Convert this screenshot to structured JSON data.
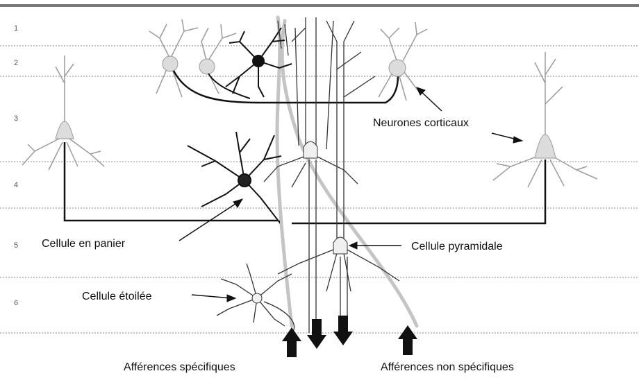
{
  "layers": [
    "1",
    "2",
    "3",
    "4",
    "5",
    "6"
  ],
  "labels": {
    "neurones_corticaux": "Neurones corticaux",
    "cellule_en_panier": "Cellule en panier",
    "cellule_pyramidale": "Cellule pyramidale",
    "cellule_etoilee": "Cellule étoilée",
    "afferences_specifiques": "Afférences spécifiques",
    "afferences_non_specifiques": "Afférences non spécifiques"
  },
  "colors": {
    "ink": "#111111",
    "grey_neuron": "#9a9a9a",
    "light_fill": "#dcdcdc",
    "divider": "#888888"
  }
}
